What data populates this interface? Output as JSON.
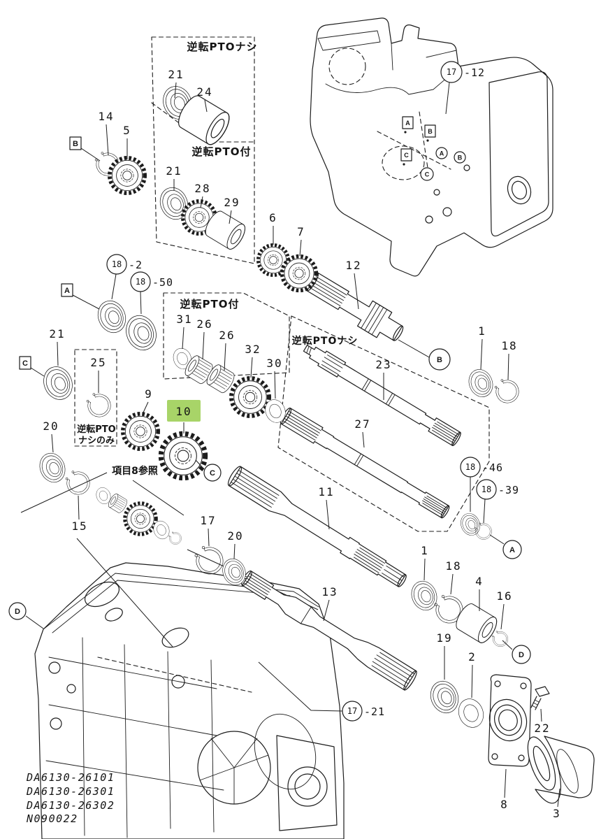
{
  "page": {
    "background": "#ffffff",
    "ink": "#1c1c1c"
  },
  "highlight": {
    "color": "#a8d468"
  },
  "region_labels": {
    "top_no_pto": "逆転PTOナシ",
    "top_with_pto": "逆転PTO付",
    "mid_with_pto": "逆転PTO付",
    "right_no_pto": "逆転PTOナシ",
    "no_pto_only_line1": "逆転PTO",
    "no_pto_only_line2": "ナシのみ",
    "see_item8": "項目8参照"
  },
  "letters": {
    "a": "A",
    "b": "B",
    "c": "C",
    "d": "D"
  },
  "ref_callouts": {
    "c17_12": {
      "num": "17",
      "suffix": "-12"
    },
    "c18_2": {
      "num": "18",
      "suffix": "-2"
    },
    "c18_50": {
      "num": "18",
      "suffix": "-50"
    },
    "c18_46": {
      "num": "18",
      "suffix": "-46"
    },
    "c18_39": {
      "num": "18",
      "suffix": "-39"
    },
    "c17_21": {
      "num": "17",
      "suffix": "-21"
    }
  },
  "parts": {
    "p21_top": "21",
    "p24": "24",
    "p14": "14",
    "p5": "5",
    "p21_mid": "21",
    "p28": "28",
    "p29": "29",
    "p6": "6",
    "p7": "7",
    "p12": "12",
    "p23": "23",
    "p1_upper": "1",
    "p18_upper": "18",
    "p31": "31",
    "p26_first": "26",
    "p26_second": "26",
    "p32": "32",
    "p30": "30",
    "p25": "25",
    "p9": "9",
    "p10": "10",
    "p21_left": "21",
    "p20_left": "20",
    "p15": "15",
    "p17": "17",
    "p20_mid": "20",
    "p11": "11",
    "p27": "27",
    "p13": "13",
    "p1_lower": "1",
    "p18_lower": "18",
    "p4": "4",
    "p16": "16",
    "p19": "19",
    "p2": "2",
    "p22": "22",
    "p8": "8",
    "p3": "3"
  },
  "footer": {
    "codes": [
      "DA6130-26101",
      "DA6130-26301",
      "DA6130-26302",
      "N090022"
    ]
  }
}
